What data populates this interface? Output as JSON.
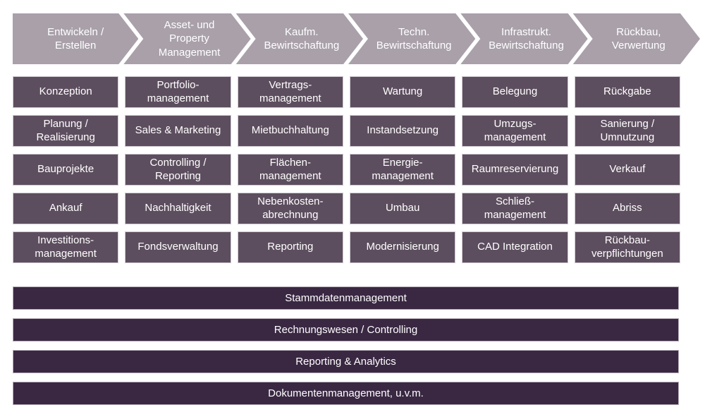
{
  "title": "Real estate lifecycle process diagram",
  "colors": {
    "phase_chevron_fill": "#a9a0aa",
    "activity_cell_fill": "#5d4e5f",
    "platform_bar_fill": "#3a2843",
    "cell_border": "#cfc9d0",
    "bar_border": "#b5acb6",
    "text": "#ffffff",
    "background": "#ffffff"
  },
  "phases": [
    "Entwickeln /\nErstellen",
    "Asset- und\nProperty\nManagement",
    "Kaufm.\nBewirtschaftung",
    "Techn.\nBewirtschaftung",
    "Infrastrukt.\nBewirtschaftung",
    "Rückbau,\nVerwertung"
  ],
  "grid": {
    "columns": [
      {
        "cells": [
          "Konzeption",
          "Planung /\nRealisierung",
          "Bauprojekte",
          "Ankauf",
          "Investitions-\nmanagement"
        ]
      },
      {
        "cells": [
          "Portfolio-\nmanagement",
          "Sales & Marketing",
          "Controlling /\nReporting",
          "Nachhaltigkeit",
          "Fondsverwaltung"
        ]
      },
      {
        "cells": [
          "Vertrags-\nmanagement",
          "Mietbuchhaltung",
          "Flächen-\nmanagement",
          "Nebenkosten-\nabrechnung",
          "Reporting"
        ]
      },
      {
        "cells": [
          "Wartung",
          "Instandsetzung",
          "Energie-\nmanagement",
          "Umbau",
          "Modernisierung"
        ]
      },
      {
        "cells": [
          "Belegung",
          "Umzugs-\nmanagement",
          "Raumreservierung",
          "Schließ-\nmanagement",
          "CAD Integration"
        ]
      },
      {
        "cells": [
          "Rückgabe",
          "Sanierung /\nUmnutzung",
          "Verkauf",
          "Abriss",
          "Rückbau-\nverpflichtungen"
        ]
      }
    ]
  },
  "bars": [
    "Stammdatenmanagement",
    "Rechnungswesen / Controlling",
    "Reporting & Analytics",
    "Dokumentenmanagement, u.v.m."
  ]
}
